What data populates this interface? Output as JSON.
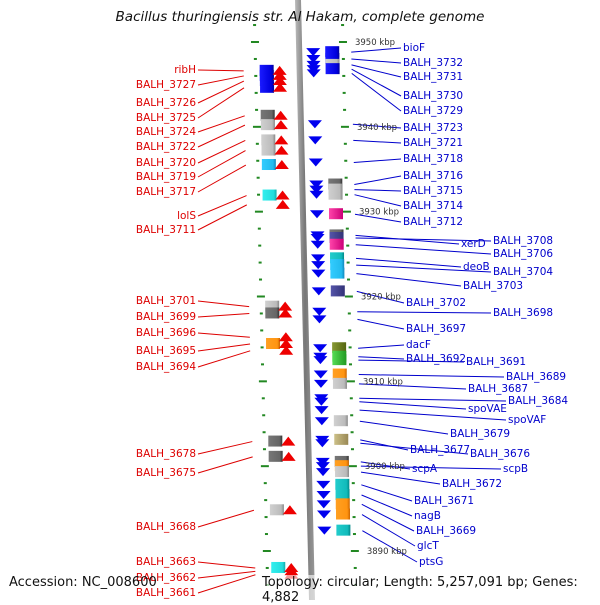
{
  "header": {
    "title": "Bacillus thuringiensis str. Al Hakam, complete genome"
  },
  "footer": {
    "accession": "Accession: NC_008600",
    "summary": "Topology: circular; Length: 5,257,091 bp; Genes: 4,882"
  },
  "colors": {
    "forward_label": "#dd0000",
    "reverse_label": "#0000cc",
    "forward_arrow": "#ee0000",
    "reverse_arrow": "#0000ee",
    "axis": "#888888",
    "tick": "#228822"
  },
  "scale": {
    "ticks": [
      {
        "label": "3950 kbp",
        "kbp": 3950
      },
      {
        "label": "3940 kbp",
        "kbp": 3940
      },
      {
        "label": "3930 kbp",
        "kbp": 3930
      },
      {
        "label": "3920 kbp",
        "kbp": 3920
      },
      {
        "label": "3910 kbp",
        "kbp": 3910
      },
      {
        "label": "3900 kbp",
        "kbp": 3900
      },
      {
        "label": "3890 kbp",
        "kbp": 3890
      }
    ]
  },
  "forward_genes": [
    {
      "name": "ribH",
      "kbp": 3946.6
    },
    {
      "name": "BALH_3727",
      "kbp": 3946.0
    },
    {
      "name": "BALH_3726",
      "kbp": 3945.4
    },
    {
      "name": "BALH_3725",
      "kbp": 3944.6
    },
    {
      "name": "BALH_3724",
      "kbp": 3941.3
    },
    {
      "name": "BALH_3722",
      "kbp": 3940.2
    },
    {
      "name": "BALH_3720",
      "kbp": 3938.4
    },
    {
      "name": "BALH_3719",
      "kbp": 3937.2
    },
    {
      "name": "BALH_3717",
      "kbp": 3935.5
    },
    {
      "name": "lolS",
      "kbp": 3931.9
    },
    {
      "name": "BALH_3711",
      "kbp": 3930.8
    },
    {
      "name": "BALH_3701",
      "kbp": 3918.8
    },
    {
      "name": "BALH_3699",
      "kbp": 3918.0
    },
    {
      "name": "BALH_3696",
      "kbp": 3915.2
    },
    {
      "name": "BALH_3695",
      "kbp": 3914.4
    },
    {
      "name": "BALH_3694",
      "kbp": 3913.6
    },
    {
      "name": "BALH_3678",
      "kbp": 3902.9
    },
    {
      "name": "BALH_3675",
      "kbp": 3901.1
    },
    {
      "name": "BALH_3668",
      "kbp": 3894.8
    },
    {
      "name": "BALH_3663",
      "kbp": 3888.0
    },
    {
      "name": "BALH_3662",
      "kbp": 3887.6
    },
    {
      "name": "BALH_3661",
      "kbp": 3887.2
    }
  ],
  "reverse_genes": [
    {
      "name": "bioF",
      "kbp": 3948.8
    },
    {
      "name": "BALH_3732",
      "kbp": 3948.0
    },
    {
      "name": "BALH_3731",
      "kbp": 3947.3
    },
    {
      "name": "BALH_3730",
      "kbp": 3946.8
    },
    {
      "name": "BALH_3729",
      "kbp": 3946.3
    },
    {
      "name": "BALH_3723",
      "kbp": 3940.3
    },
    {
      "name": "BALH_3721",
      "kbp": 3938.4
    },
    {
      "name": "BALH_3718",
      "kbp": 3935.8
    },
    {
      "name": "BALH_3716",
      "kbp": 3933.2
    },
    {
      "name": "BALH_3715",
      "kbp": 3932.6
    },
    {
      "name": "BALH_3714",
      "kbp": 3932.0
    },
    {
      "name": "BALH_3712",
      "kbp": 3929.7
    },
    {
      "name": "xerD",
      "kbp": 3927.2
    },
    {
      "name": "BALH_3708",
      "kbp": 3926.9
    },
    {
      "name": "BALH_3706",
      "kbp": 3926.1
    },
    {
      "name": "deoB",
      "kbp": 3924.5
    },
    {
      "name": "BALH_3704",
      "kbp": 3923.7
    },
    {
      "name": "BALH_3703",
      "kbp": 3922.7
    },
    {
      "name": "BALH_3702",
      "kbp": 3920.6
    },
    {
      "name": "BALH_3698",
      "kbp": 3918.2
    },
    {
      "name": "BALH_3697",
      "kbp": 3917.3
    },
    {
      "name": "dacF",
      "kbp": 3913.9
    },
    {
      "name": "BALH_3692",
      "kbp": 3912.9
    },
    {
      "name": "BALH_3691",
      "kbp": 3912.5
    },
    {
      "name": "BALH_3689",
      "kbp": 3910.8
    },
    {
      "name": "BALH_3687",
      "kbp": 3909.7
    },
    {
      "name": "BALH_3684",
      "kbp": 3908.0
    },
    {
      "name": "spoVAE",
      "kbp": 3907.6
    },
    {
      "name": "spoVAF",
      "kbp": 3906.6
    },
    {
      "name": "BALH_3679",
      "kbp": 3905.3
    },
    {
      "name": "BALH_3677",
      "kbp": 3903.1
    },
    {
      "name": "BALH_3676",
      "kbp": 3902.7
    },
    {
      "name": "scpA",
      "kbp": 3900.5
    },
    {
      "name": "scpB",
      "kbp": 3900.0
    },
    {
      "name": "BALH_3672",
      "kbp": 3899.3
    },
    {
      "name": "BALH_3671",
      "kbp": 3897.8
    },
    {
      "name": "nagB",
      "kbp": 3896.6
    },
    {
      "name": "BALH_3669",
      "kbp": 3895.5
    },
    {
      "name": "glcT",
      "kbp": 3894.3
    },
    {
      "name": "ptsG",
      "kbp": 3892.4
    }
  ]
}
